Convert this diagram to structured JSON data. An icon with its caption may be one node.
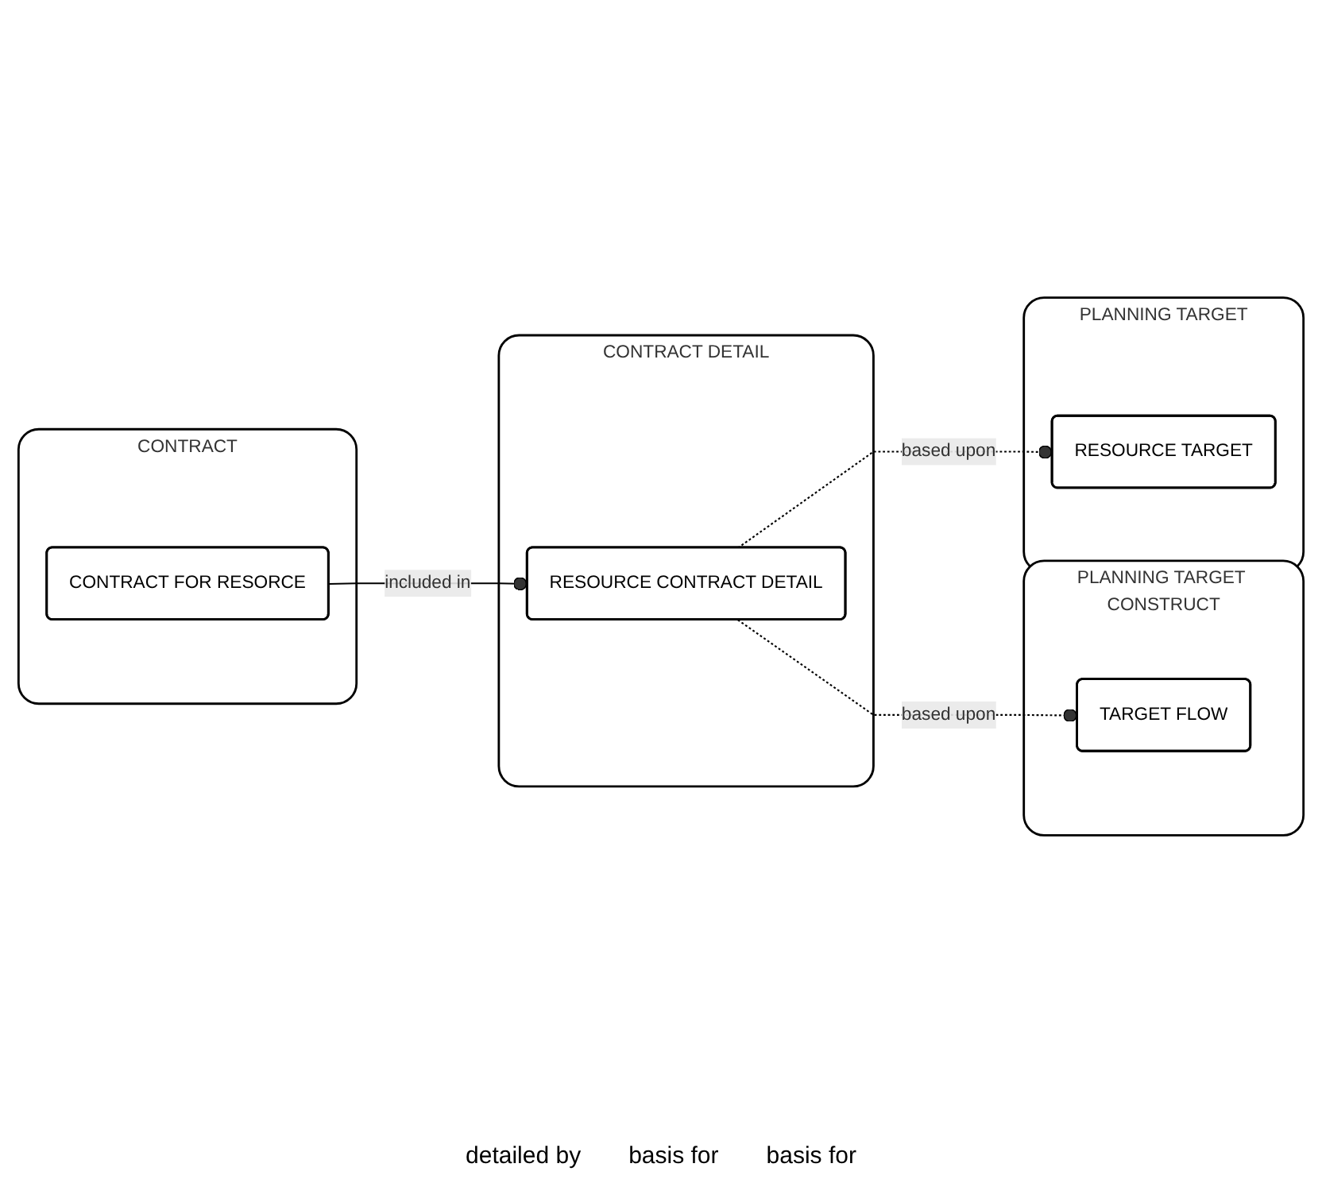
{
  "diagram": {
    "nodes": [
      {
        "text": [
          "CONTRACT"
        ]
      },
      {
        "text": [
          "CONTRACT FOR RESORCE"
        ],
        "in": 0
      },
      {
        "text": [
          "CONTRACT DETAIL"
        ]
      },
      {
        "text": [
          "RESOURCE CONTRACT DETAIL"
        ],
        "in": 2
      },
      {
        "text": [
          "PLANNING TARGET"
        ]
      },
      {
        "text": [
          "RESOURCE TARGET"
        ],
        "in": 4
      },
      {
        "text": [
          "PLANNING TARGET CONSTRUCT"
        ]
      },
      {
        "text": [
          "TARGET FLOW"
        ],
        "in": 6
      }
    ],
    "edges": [
      {
        "from": 1,
        "to": 3,
        "arrow": "other",
        "label": "included in"
      },
      {
        "from": 3,
        "to": 5,
        "arrow": "other",
        "style": "dashed",
        "label": "based upon"
      },
      {
        "from": 3,
        "to": 7,
        "arrow": "other",
        "style": "dashed",
        "label": "based upon"
      }
    ],
    "labels": [
      "detailed by",
      "basis for",
      "basis for"
    ]
  }
}
